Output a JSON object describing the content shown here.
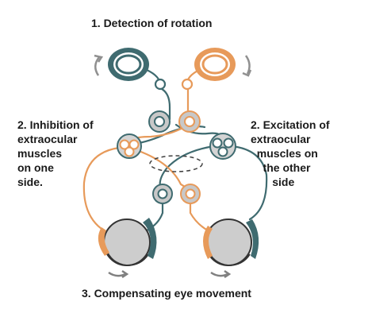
{
  "labels": {
    "step1": "1. Detection of rotation",
    "step2_left": "2. Inhibition of\nextraocular\nmuscles\non one\nside.",
    "step2_right": "2. Excitation of\nextraocular\n  muscles on\n    the other\n       side",
    "step3": "3. Compensating eye movement"
  },
  "colors": {
    "teal": "#3f6b70",
    "orange": "#e79a5a",
    "eye_gray": "#cdcdcd",
    "node_gray": "#c8c8c8",
    "arrow_gray": "#909090",
    "text": "#1a1a1a"
  },
  "icons": {
    "left_semicircular_canal": "ring-icon",
    "right_semicircular_canal": "ring-icon",
    "left_eye": "eyeball-icon",
    "right_eye": "eyeball-icon"
  }
}
